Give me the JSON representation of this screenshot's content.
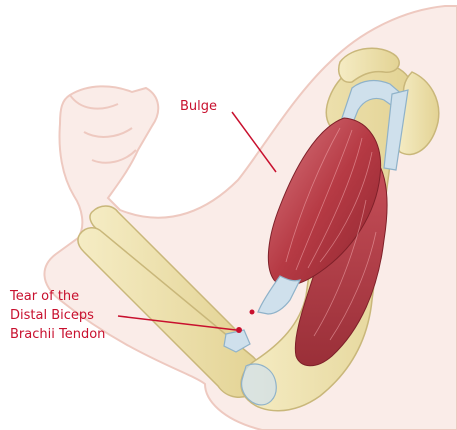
{
  "labels": {
    "bulge": "Bulge",
    "tear_line1": "Tear of the",
    "tear_line2": "Distal Biceps",
    "tear_line3": "Brachii Tendon"
  },
  "colors": {
    "label": "#c8102e",
    "skin": "#f6ddd6",
    "skin_outline": "#eec9c0",
    "bone": "#efe3b0",
    "bone_outline": "#c9b77a",
    "muscle": "#b63a44",
    "muscle_light": "#d9707a",
    "tendon": "#cfe0ec",
    "tendon_outline": "#8fb2c9"
  }
}
